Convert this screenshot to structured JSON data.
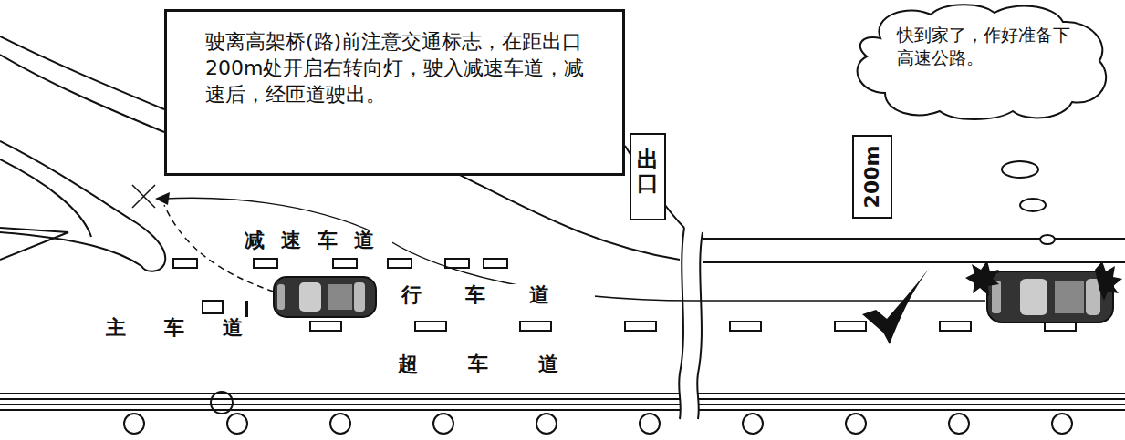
{
  "diagram": {
    "nodes": [
      {
        "text": [
          "驶离高架桥(路)前注意交通标志，在距出口200m处开启右转向灯，驶入减速车道，减速后，经匝道驶出。"
        ]
      },
      {
        "text": [
          "快到家了，作好准备下高速公路。"
        ]
      },
      {
        "text": [
          "出口"
        ]
      },
      {
        "text": [
          "200m"
        ]
      }
    ],
    "labels": [
      "减速车道",
      "行车道",
      "主车道",
      "超车道"
    ]
  }
}
